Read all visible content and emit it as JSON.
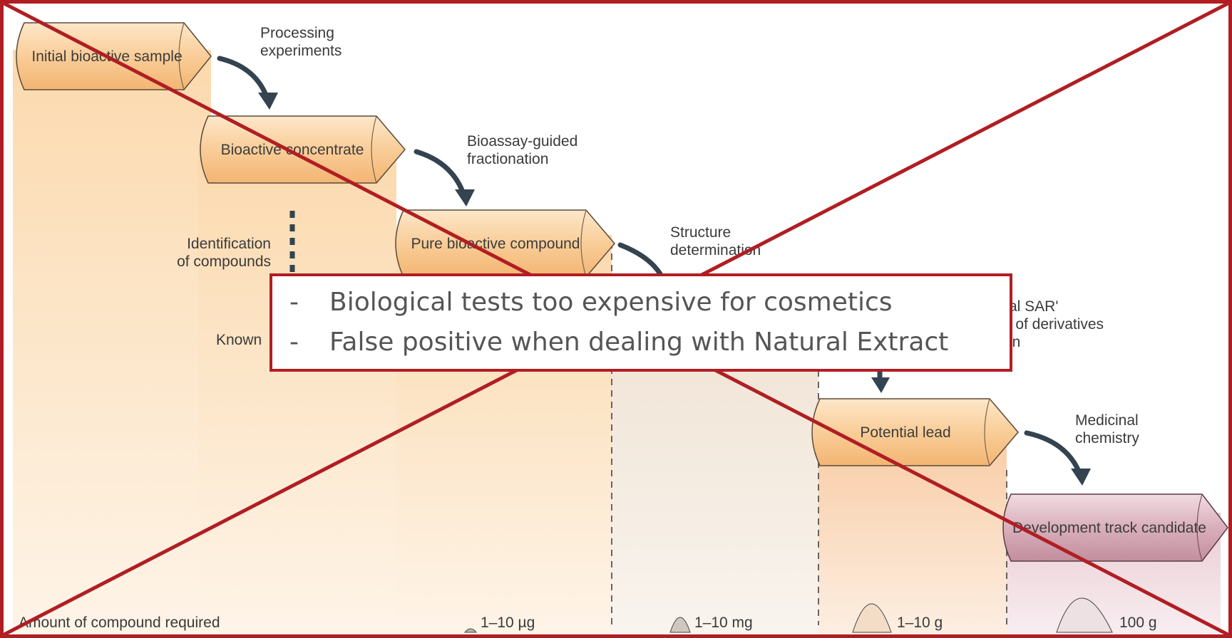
{
  "diagram": {
    "stages": [
      {
        "label": "Initial bioactive sample"
      },
      {
        "label": "Bioactive concentrate"
      },
      {
        "label": "Pure bioactive compound"
      },
      {
        "label": "Potential lead"
      },
      {
        "label": "Development track candidate"
      }
    ],
    "steps": [
      {
        "label_lines": [
          "Processing",
          "experiments"
        ]
      },
      {
        "label_lines": [
          "Bioassay-guided",
          "fractionation"
        ]
      },
      {
        "label_lines": [
          "Structure",
          "determination"
        ]
      },
      {
        "label_lines": [
          "ral SAR'",
          "s of derivatives",
          "on"
        ]
      },
      {
        "label_lines": [
          "Medicinal",
          "chemistry"
        ]
      }
    ],
    "side_labels": {
      "identification_lines": [
        "Identification",
        "of compounds"
      ],
      "known": "Known"
    },
    "amounts": {
      "title": "Amount of compound required",
      "values": [
        "1–10 µg",
        "1–10 mg",
        "1–10 g",
        "100 g"
      ]
    }
  },
  "note": {
    "lines": [
      {
        "bullet": "-",
        "text": "Biological tests too expensive for cosmetics"
      },
      {
        "bullet": "-",
        "text": "False positive when dealing with Natural Extract"
      }
    ]
  },
  "colors": {
    "stage_fill": "#f7c48c",
    "candidate_fill": "#d7a7b4",
    "arrow": "#33434f",
    "cross": "#b01e23",
    "text": "#3a3a3a"
  }
}
